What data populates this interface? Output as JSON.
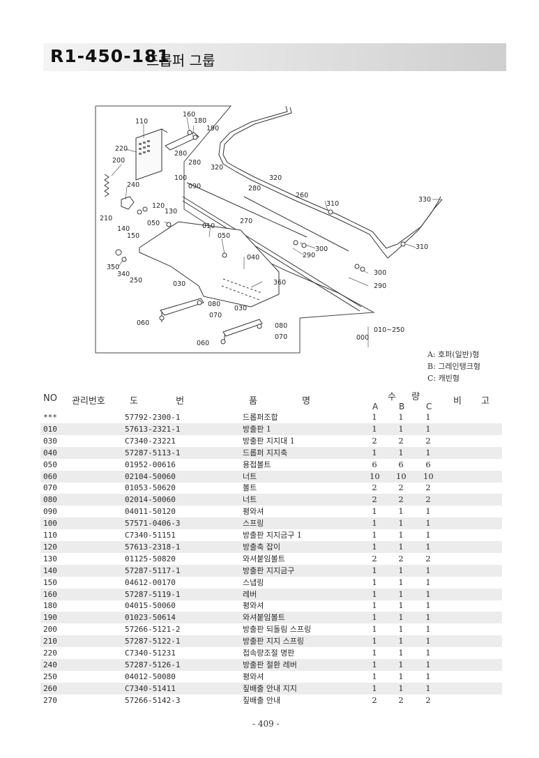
{
  "header": {
    "code": "R1-450-181",
    "name": "드롭퍼 그룹"
  },
  "diagram": {
    "callouts": [
      "160",
      "110",
      "180",
      "190",
      "220",
      "280",
      "200",
      "280",
      "320",
      "320",
      "240",
      "100",
      "090",
      "280",
      "260",
      "210",
      "130",
      "120",
      "310",
      "330",
      "050",
      "010",
      "050",
      "140",
      "150",
      "270",
      "300",
      "290",
      "040",
      "350",
      "340",
      "250",
      "300",
      "310",
      "290",
      "030",
      "360",
      "080",
      "070",
      "030",
      "060",
      "080",
      "070",
      "060"
    ],
    "group_label": "000",
    "group_range": "010~250"
  },
  "legend": [
    "A: 호퍼(일반)형",
    "B: 그레인탱크형",
    "C: 캐빈형"
  ],
  "table": {
    "headers": {
      "no": "NO",
      "mgmt": "관리번호",
      "drawing": "도 번",
      "name": "품 명",
      "qty": "수 량",
      "a": "A",
      "b": "B",
      "c": "C",
      "remark": "비 고"
    },
    "rows": [
      {
        "no": "***",
        "drawing": "57792-2300-1",
        "name": "드롭퍼조합",
        "a": "1",
        "b": "1",
        "c": "1"
      },
      {
        "no": "010",
        "drawing": "57613-2321-1",
        "name": "방출판 1",
        "a": "1",
        "b": "1",
        "c": "1"
      },
      {
        "no": "030",
        "drawing": "C7340-23221",
        "name": "방출판 지지대 1",
        "a": "2",
        "b": "2",
        "c": "2"
      },
      {
        "no": "040",
        "drawing": "57287-5113-1",
        "name": "드롭퍼 지지축",
        "a": "1",
        "b": "1",
        "c": "1"
      },
      {
        "no": "050",
        "drawing": "01952-00616",
        "name": "용접볼트",
        "a": "6",
        "b": "6",
        "c": "6"
      },
      {
        "no": "060",
        "drawing": "02104-50060",
        "name": "너트",
        "a": "10",
        "b": "10",
        "c": "10"
      },
      {
        "no": "070",
        "drawing": "01053-50620",
        "name": "볼트",
        "a": "2",
        "b": "2",
        "c": "2"
      },
      {
        "no": "080",
        "drawing": "02014-50060",
        "name": "너트",
        "a": "2",
        "b": "2",
        "c": "2"
      },
      {
        "no": "090",
        "drawing": "04011-50120",
        "name": "평와셔",
        "a": "1",
        "b": "1",
        "c": "1"
      },
      {
        "no": "100",
        "drawing": "57571-0406-3",
        "name": "스프링",
        "a": "1",
        "b": "1",
        "c": "1"
      },
      {
        "no": "110",
        "drawing": "C7340-51151",
        "name": "방출판 지지금구 1",
        "a": "1",
        "b": "1",
        "c": "1"
      },
      {
        "no": "120",
        "drawing": "57613-2318-1",
        "name": "방출축 잡이",
        "a": "1",
        "b": "1",
        "c": "1"
      },
      {
        "no": "130",
        "drawing": "01125-50820",
        "name": "와셔붙임볼트",
        "a": "2",
        "b": "2",
        "c": "2"
      },
      {
        "no": "140",
        "drawing": "57287-5117-1",
        "name": "방출판 지지금구",
        "a": "1",
        "b": "1",
        "c": "1"
      },
      {
        "no": "150",
        "drawing": "04612-00170",
        "name": "스냅링",
        "a": "1",
        "b": "1",
        "c": "1"
      },
      {
        "no": "160",
        "drawing": "57287-5119-1",
        "name": "레버",
        "a": "1",
        "b": "1",
        "c": "1"
      },
      {
        "no": "180",
        "drawing": "04015-50060",
        "name": "평와셔",
        "a": "1",
        "b": "1",
        "c": "1"
      },
      {
        "no": "190",
        "drawing": "01023-50614",
        "name": "와셔붙임볼트",
        "a": "1",
        "b": "1",
        "c": "1"
      },
      {
        "no": "200",
        "drawing": "57266-5121-2",
        "name": "방출판 되돌림 스프링",
        "a": "1",
        "b": "1",
        "c": "1"
      },
      {
        "no": "210",
        "drawing": "57287-5122-1",
        "name": "방출판 지지 스프링",
        "a": "1",
        "b": "1",
        "c": "1"
      },
      {
        "no": "220",
        "drawing": "C7340-51231",
        "name": "접속량조절 명판",
        "a": "1",
        "b": "1",
        "c": "1"
      },
      {
        "no": "240",
        "drawing": "57287-5126-1",
        "name": "방출판 절환 레버",
        "a": "1",
        "b": "1",
        "c": "1"
      },
      {
        "no": "250",
        "drawing": "04012-50080",
        "name": "평와셔",
        "a": "1",
        "b": "1",
        "c": "1"
      },
      {
        "no": "260",
        "drawing": "C7340-51411",
        "name": "짚배출 안내 지지",
        "a": "1",
        "b": "1",
        "c": "1"
      },
      {
        "no": "270",
        "drawing": "57266-5142-3",
        "name": "짚배출 안내",
        "a": "2",
        "b": "2",
        "c": "2"
      }
    ]
  },
  "footer": {
    "page": "- 409 -"
  }
}
